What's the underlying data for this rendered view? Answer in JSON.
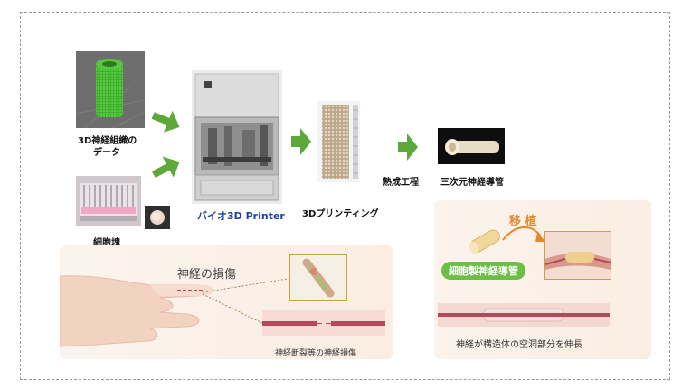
{
  "labels": {
    "neural_data_line1": "3D神経組織の",
    "neural_data_line2": "データ",
    "cell_clusters": "細胞塊",
    "bio_printer": "バイオ3D Printer",
    "printing": "3Dプリンティング",
    "maturation": "熟成工程",
    "conduit": "三次元神経導管",
    "nerve_injury": "神経の損傷",
    "injury_caption": "神経断裂等の神経損傷",
    "transplant": "移 植",
    "cell_conduit_badge": "細胞製神経導管",
    "growth_caption": "神経が構造体の空洞部分を伸長"
  },
  "colors": {
    "arrow_green": "#5ca839",
    "printer_label": "#1f3fa8",
    "transplant_orange": "#e38a2b",
    "badge_green": "#6cbf45",
    "nerve_red": "#b5485a",
    "panel_peach": "#fbeee4"
  }
}
